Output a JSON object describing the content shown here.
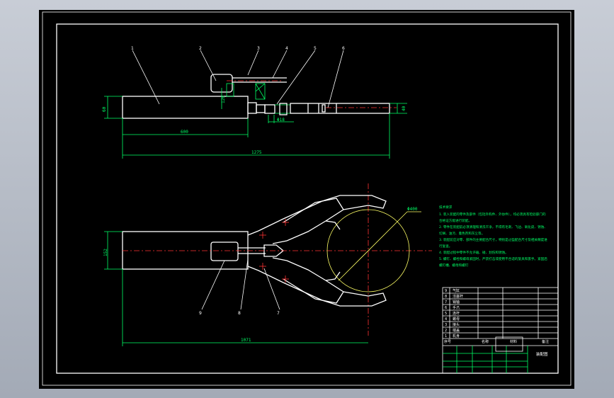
{
  "top_view": {
    "part_labels": [
      "1",
      "2",
      "3",
      "4",
      "5",
      "6"
    ],
    "dims": {
      "height_left": "60",
      "overall": "1275",
      "body_len": "600",
      "screw": "120",
      "end": "40",
      "bore": "Φ18"
    }
  },
  "bottom_view": {
    "part_labels": [
      "9",
      "8",
      "7"
    ],
    "dims": {
      "height": "152",
      "overall": "1071",
      "circle": "Φ400"
    }
  },
  "notes": {
    "title": "技术要求",
    "lines": [
      "1. 装入装配的零件及部件（包括外购件、外协件），均必须具有检验部门的",
      "合格证方能进行装配。",
      "2. 零件在装配前必须清理和清洗干净，不得有毛刺、飞边、氧化皮、锈蚀、",
      "切屑、油污、着色剂和灰尘等。",
      "3. 装配前应对零、部件的主要配合尺寸，特别是过盈配合尺寸及相关精度进",
      "行复查。",
      "4. 装配过程中零件不允许磕、碰、划伤和锈蚀。",
      "5. 螺钉、螺栓和螺母紧固时，严禁打击或使用不合适的旋具和扳手。紧固后",
      "螺钉槽、螺母和螺钉"
    ]
  },
  "title_block": {
    "parts": [
      {
        "no": "9",
        "name": "气缸"
      },
      {
        "no": "8",
        "name": "活塞杆"
      },
      {
        "no": "7",
        "name": "销轴"
      },
      {
        "no": "6",
        "name": "手爪"
      },
      {
        "no": "5",
        "name": "连杆"
      },
      {
        "no": "4",
        "name": "螺母"
      },
      {
        "no": "3",
        "name": "接头"
      },
      {
        "no": "2",
        "name": "端盖"
      },
      {
        "no": "1",
        "name": "机身"
      }
    ],
    "header": {
      "no": "序号",
      "name": "名称",
      "material": "材料",
      "remark": "备注"
    },
    "drawing_name": "装配图"
  }
}
